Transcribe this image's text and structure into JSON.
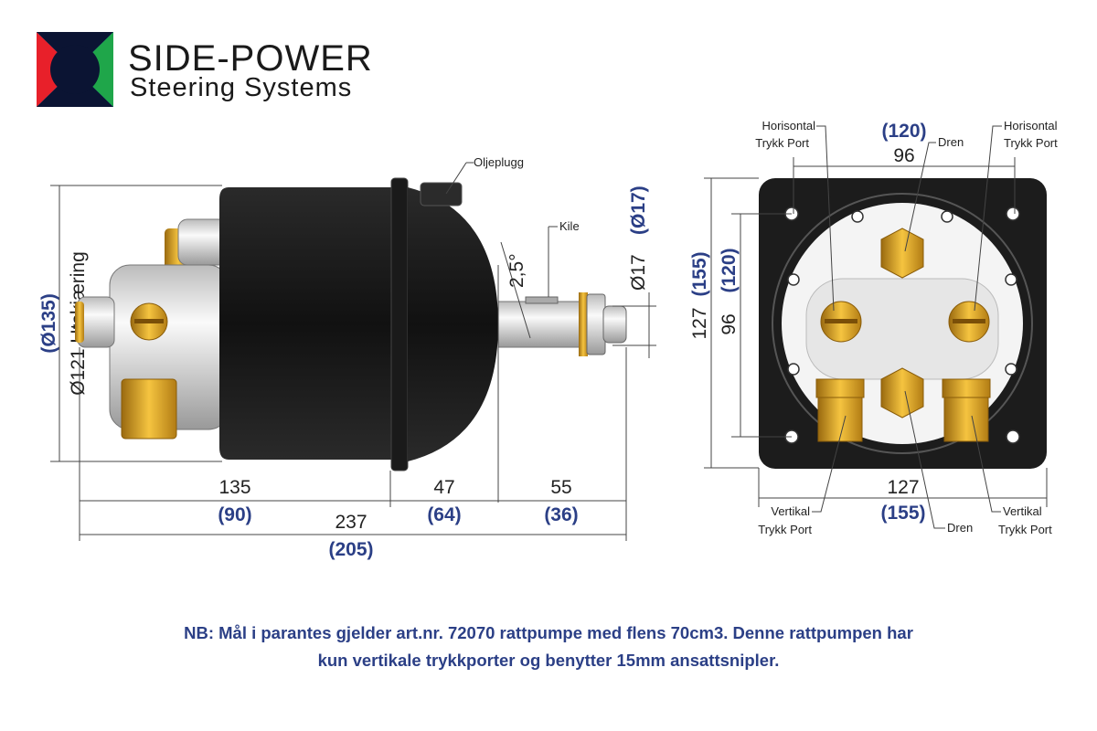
{
  "logo": {
    "line1": "SIDE-POWER",
    "line2": "Steering Systems",
    "colors": {
      "red": "#e8202a",
      "green": "#1fa64a",
      "blue": "#29b6e8",
      "navy": "#0b1433"
    }
  },
  "side_view": {
    "diameter_label": "Ø121 Utskjæring",
    "diameter_alt": "(Ø135)",
    "oil_plug": "Oljeplugg",
    "key": "Kile",
    "angle": "2,5°",
    "shaft_diameter": "Ø17",
    "shaft_diameter_alt": "(Ø17)",
    "dims": [
      {
        "value": "135",
        "alt": "(90)"
      },
      {
        "value": "47",
        "alt": "(64)"
      },
      {
        "value": "55",
        "alt": "(36)"
      }
    ],
    "total": {
      "value": "237",
      "alt": "(205)"
    }
  },
  "front_view": {
    "top_width": {
      "value": "96",
      "alt": "(120)"
    },
    "bottom_width": {
      "value": "127",
      "alt": "(155)"
    },
    "left_height": {
      "value": "127",
      "alt": "(155)"
    },
    "inner_height": {
      "value": "96",
      "alt": "(120)"
    },
    "labels": {
      "horiz_port_line1": "Horisontal",
      "horiz_port_line2": "Trykk Port",
      "vert_port_line1": "Vertikal",
      "vert_port_line2": "Trykk Port",
      "drain": "Dren"
    }
  },
  "note": {
    "line1": "NB: Mål i parantes gjelder art.nr. 72070 rattpumpe med flens 70cm3. Denne rattpumpen har",
    "line2": "kun vertikale trykkporter og benytter 15mm ansattsnipler."
  },
  "colors": {
    "brass": "#e8b030",
    "accent_blue": "#2b3f86",
    "body_black": "#1c1c1c"
  }
}
